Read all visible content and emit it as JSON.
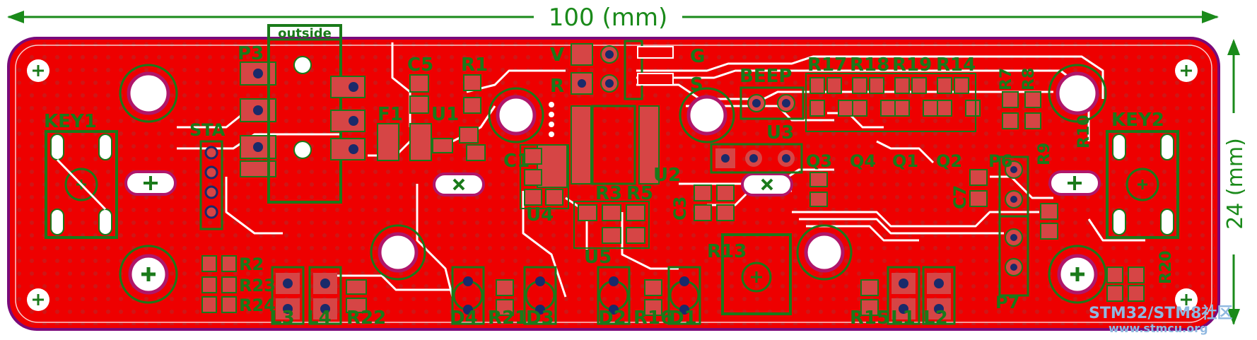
{
  "dimensions": {
    "width": "100 (mm)",
    "height": "24 (mm)"
  },
  "outside_label": "outside",
  "colors": {
    "copper": "#ee0000",
    "silkscreen": "#1a7a1a",
    "outline": "#7a0a7a",
    "pad": "#d64545",
    "trace": "#ffffff",
    "drill": "#1a2a6a",
    "dimension": "#1a8a1a"
  },
  "labels": {
    "p3": "P3",
    "key1": "KEY1",
    "sta": "STA",
    "c5": "C5",
    "r1": "R1",
    "f1": "F1",
    "u1": "U1",
    "v": "V",
    "r": "R",
    "g": "G",
    "s": "S",
    "c1": "C1",
    "r3": "R3",
    "r5": "R5",
    "u4": "U4",
    "u5": "U5",
    "u2": "U2",
    "c3": "C3",
    "r13": "R13",
    "beep": "BEEP",
    "r17": "R17",
    "r18": "R18",
    "r19": "R19",
    "r14": "R14",
    "u3": "U3",
    "q3": "Q3",
    "q4": "Q4",
    "q1": "Q1",
    "q2": "Q2",
    "r7": "R7",
    "r8": "R8",
    "r9": "R9",
    "r10": "R10",
    "key2": "KEY2",
    "p6": "P6",
    "c7": "C7",
    "r2": "R2",
    "r23": "R23",
    "r24": "R24",
    "l3": "L3",
    "l4": "L4",
    "r22": "R22",
    "d4": "D4",
    "r21": "R21",
    "d3": "D3",
    "d2": "D2",
    "r16": "R16",
    "d1": "D1",
    "r15": "R15",
    "l1": "L1",
    "l2": "L2",
    "p7": "P7",
    "r20": "R20"
  },
  "watermark": {
    "title": "STM32/STM8社区",
    "url": "www.stmcu.org"
  }
}
